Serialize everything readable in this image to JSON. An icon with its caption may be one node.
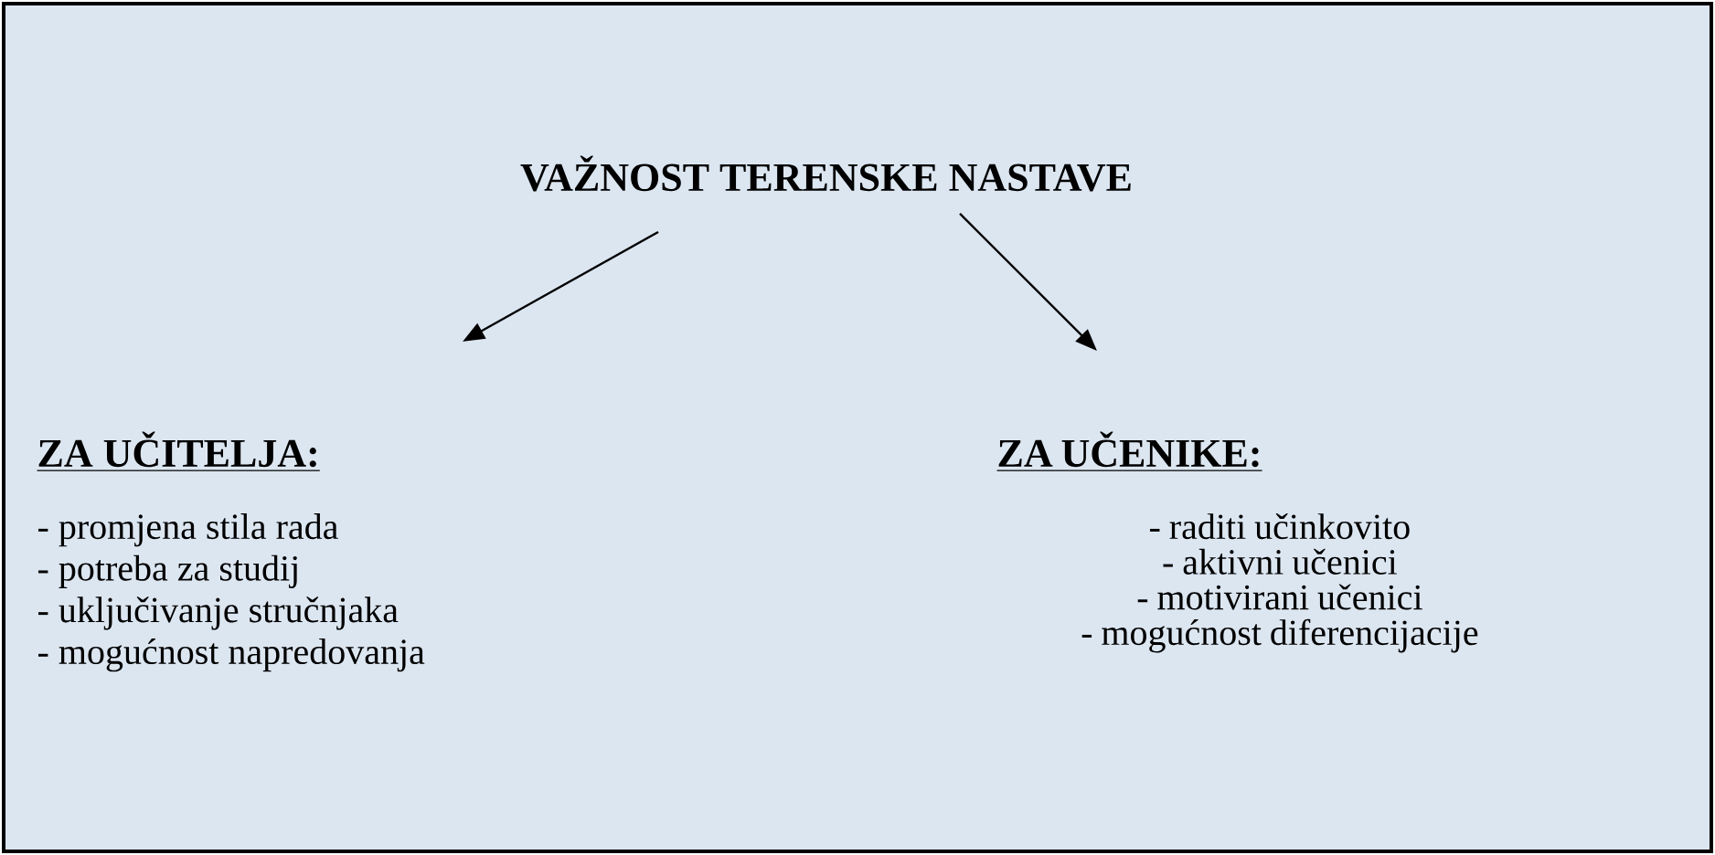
{
  "diagram": {
    "nodes": [
      {
        "text": [
          "VAŽNOST TERENSKE NASTAVE"
        ]
      },
      {
        "text": [
          "ZA UČITELJA:",
          "- promjena stila rada",
          "- potreba za studij",
          "- uključivanje stručnjaka",
          "- mogućnost napredovanja"
        ]
      },
      {
        "text": [
          "ZA UČENIKE:",
          "- raditi učinkovito",
          "- aktivni učenici",
          "- motivirani učenici",
          "- mogućnost diferencijacije"
        ]
      }
    ],
    "edges": [
      {
        "from": 0,
        "to": 1,
        "arrow": "to"
      },
      {
        "from": 0,
        "to": 2,
        "arrow": "to"
      }
    ]
  }
}
